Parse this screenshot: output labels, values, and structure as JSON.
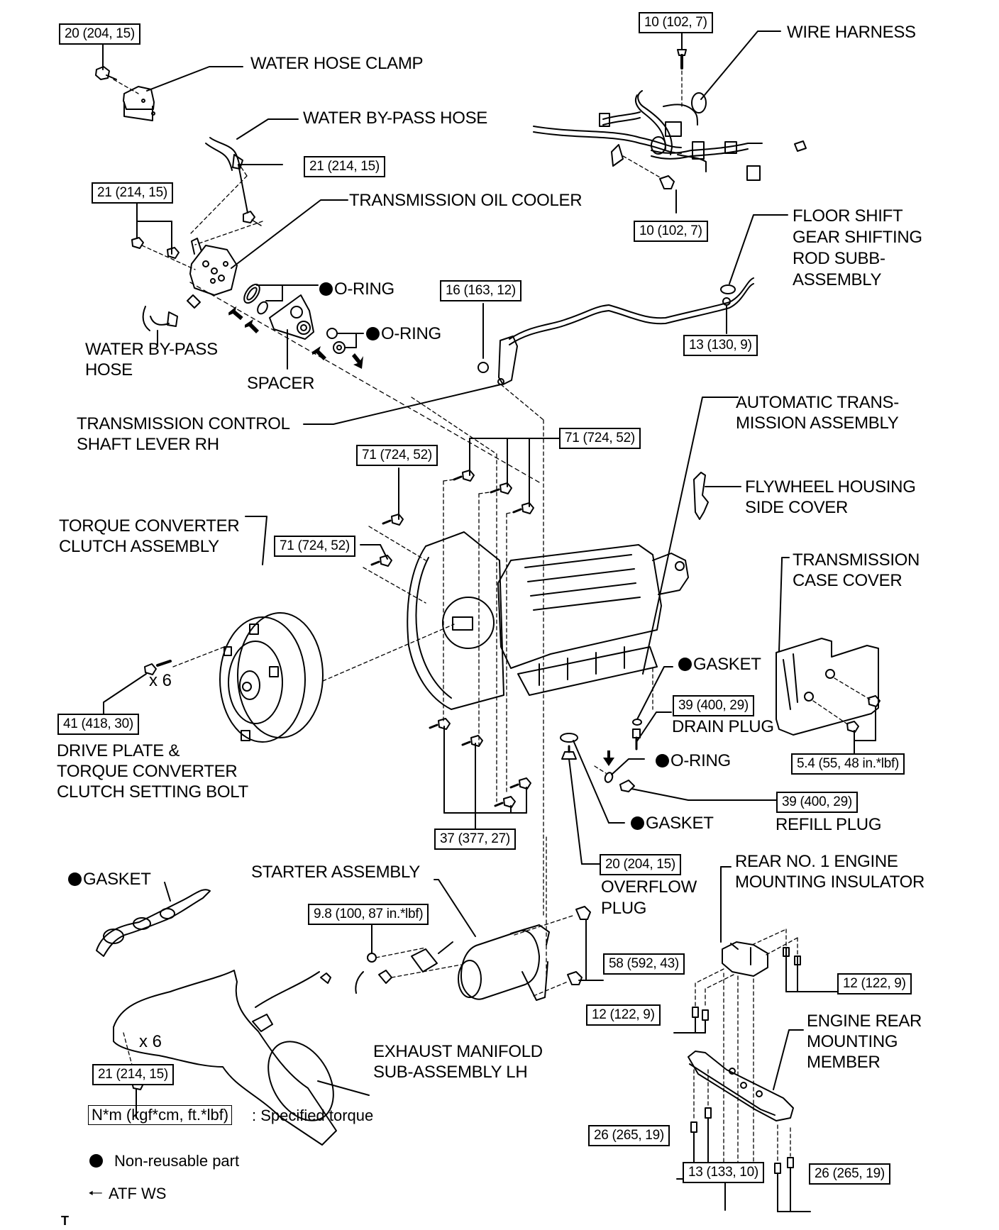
{
  "diagram": {
    "title_marker": "T",
    "parts": {
      "water_hose_clamp": "WATER HOSE CLAMP",
      "water_bypass_hose_top": "WATER BY-PASS HOSE",
      "transmission_oil_cooler": "TRANSMISSION OIL COOLER",
      "o_ring_1": "O-RING",
      "o_ring_2": "O-RING",
      "water_bypass_hose_left_1": "WATER BY-PASS",
      "water_bypass_hose_left_2": "HOSE",
      "spacer": "SPACER",
      "trans_control_lever_1": "TRANSMISSION CONTROL",
      "trans_control_lever_2": "SHAFT LEVER RH",
      "wire_harness": "WIRE HARNESS",
      "floor_shift_1": "FLOOR SHIFT",
      "floor_shift_2": "GEAR SHIFTING",
      "floor_shift_3": "ROD SUBB-",
      "floor_shift_4": "ASSEMBLY",
      "auto_trans_1": "AUTOMATIC TRANS-",
      "auto_trans_2": "MISSION ASSEMBLY",
      "flywheel_cover_1": "FLYWHEEL HOUSING",
      "flywheel_cover_2": "SIDE COVER",
      "trans_case_cover_1": "TRANSMISSION",
      "trans_case_cover_2": "CASE COVER",
      "torque_converter_1": "TORQUE CONVERTER",
      "torque_converter_2": "CLUTCH ASSEMBLY",
      "drive_plate_bolt_1": "DRIVE PLATE &",
      "drive_plate_bolt_2": "TORQUE CONVERTER",
      "drive_plate_bolt_3": "CLUTCH SETTING BOLT",
      "gasket_drain": "GASKET",
      "drain_plug": "DRAIN PLUG",
      "o_ring_refill": "O-RING",
      "gasket_overflow": "GASKET",
      "refill_plug": "REFILL PLUG",
      "overflow_plug_1": "OVERFLOW",
      "overflow_plug_2": "PLUG",
      "gasket_exhaust": "GASKET",
      "starter_assembly": "STARTER ASSEMBLY",
      "rear_insulator_1": "REAR NO. 1 ENGINE",
      "rear_insulator_2": "MOUNTING INSULATOR",
      "engine_rear_member_1": "ENGINE REAR",
      "engine_rear_member_2": "MOUNTING",
      "engine_rear_member_3": "MEMBER",
      "exhaust_manifold_1": "EXHAUST MANIFOLD",
      "exhaust_manifold_2": "SUB-ASSEMBLY LH"
    },
    "quantity_marks": {
      "drive_plate_bolt_qty": "x 6",
      "exhaust_nut_qty": "x 6"
    },
    "torques": {
      "water_hose_clamp_bolt": "20 (204, 15)",
      "oil_cooler_bolt_upper": "21 (214, 15)",
      "oil_cooler_bolt_left": "21 (214, 15)",
      "harness_bolt_top": "10 (102, 7)",
      "harness_bolt_bottom": "10 (102, 7)",
      "control_lever_nut": "16 (163, 12)",
      "shift_rod_nut": "13 (130, 9)",
      "trans_bolt_group_upper": "71 (724, 52)",
      "trans_bolt_single_upper": "71 (724, 52)",
      "trans_bolt_single_left": "71 (724, 52)",
      "drive_plate_bolt": "41 (418, 30)",
      "drain_plug": "39 (400, 29)",
      "case_cover_bolt": "5.4 (55, 48 in.*lbf)",
      "refill_plug": "39 (400, 29)",
      "trans_bolt_group_lower": "37 (377, 27)",
      "overflow_plug": "20 (204, 15)",
      "starter_terminal_nut": "9.8 (100, 87 in.*lbf)",
      "starter_bolt": "58 (592, 43)",
      "insulator_bolt_right": "12 (122, 9)",
      "insulator_bolt_left": "12 (122, 9)",
      "exhaust_nut": "21 (214, 15)",
      "member_bolt_left": "26 (265, 19)",
      "member_nut_center": "13 (133, 10)",
      "member_bolt_right": "26 (265, 19)"
    },
    "legend": {
      "torque_unit": "N*m (kgf*cm, ft.*lbf)",
      "torque_desc": ": Specified torque",
      "non_reusable": "Non-reusable part",
      "atf_ws": "ATF WS"
    }
  }
}
